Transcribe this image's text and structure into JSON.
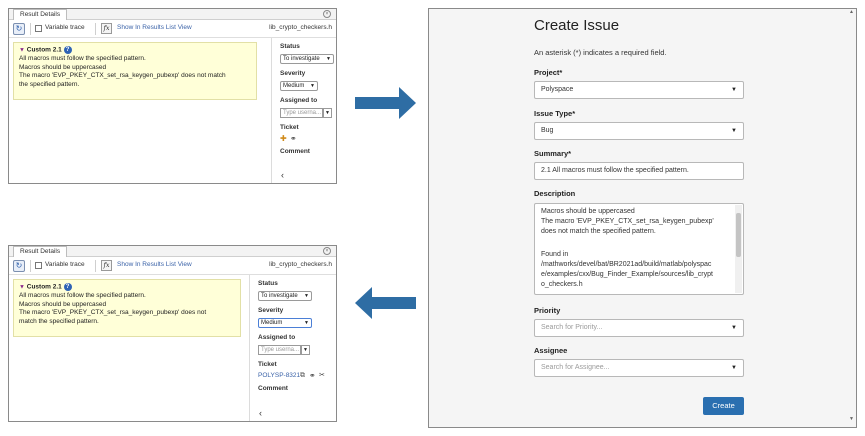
{
  "top_panel": {
    "tab_label": "Result Details",
    "variable_trace_label": "Variable trace",
    "fx_label": "fx",
    "show_in_list_label": "Show In Results List View",
    "file_name": "lib_crypto_checkers.h",
    "defect_title": "Custom 2.1",
    "defect_lines": [
      "All macros must follow the specified pattern.",
      "Macros should be uppercased",
      "The macro 'EVP_PKEY_CTX_set_rsa_keygen_pubexp' does not match",
      "the specified pattern."
    ],
    "status_label": "Status",
    "status_value": "To investigate",
    "severity_label": "Severity",
    "severity_value": "Medium",
    "assigned_label": "Assigned to",
    "assigned_placeholder": "Type userna...",
    "ticket_label": "Ticket",
    "comment_label": "Comment",
    "collapse_glyph": "‹"
  },
  "bottom_panel": {
    "tab_label": "Result Details",
    "variable_trace_label": "Variable trace",
    "fx_label": "fx",
    "show_in_list_label": "Show In Results List View",
    "file_name": "lib_crypto_checkers.h",
    "defect_title": "Custom 2.1",
    "defect_lines": [
      "All macros must follow the specified pattern.",
      "Macros should be uppercased",
      "The macro 'EVP_PKEY_CTX_set_rsa_keygen_pubexp' does not",
      "match the specified pattern."
    ],
    "status_label": "Status",
    "status_value": "To investigate",
    "severity_label": "Severity",
    "severity_value": "Medium",
    "assigned_label": "Assigned to",
    "assigned_placeholder": "Type userna...",
    "ticket_label": "Ticket",
    "ticket_value": "POLYSP-8321",
    "comment_label": "Comment",
    "collapse_glyph": "‹"
  },
  "dialog": {
    "title": "Create Issue",
    "note": "An asterisk (*) indicates a required field.",
    "project_label": "Project*",
    "project_value": "Polyspace",
    "issue_type_label": "Issue Type*",
    "issue_type_value": "Bug",
    "summary_label": "Summary*",
    "summary_value": "2.1 All macros must follow the specified pattern.",
    "description_label": "Description",
    "description_lines": [
      "Macros should be uppercased",
      "The macro 'EVP_PKEY_CTX_set_rsa_keygen_pubexp'",
      "does not match the specified pattern.",
      "",
      "Found in",
      "/mathworks/devel/bat/BR2021ad/build/matlab/polyspac",
      "e/examples/cxx/Bug_Finder_Example/sources/lib_crypt",
      "o_checkers.h"
    ],
    "priority_label": "Priority",
    "priority_placeholder": "Search for Priority...",
    "assignee_label": "Assignee",
    "assignee_placeholder": "Search for Assignee...",
    "create_label": "Create"
  },
  "colors": {
    "arrow": "#2e6da4",
    "create_button": "#2a6fb0",
    "defect_background": "#ffffd8",
    "link": "#3b63a8"
  },
  "icons": [
    "refresh-icon",
    "fx-icon",
    "help-icon",
    "add-ticket-icon",
    "link-icon",
    "unlink-icon",
    "copy-icon",
    "dropdown-arrow-icon",
    "collapse-icon"
  ]
}
